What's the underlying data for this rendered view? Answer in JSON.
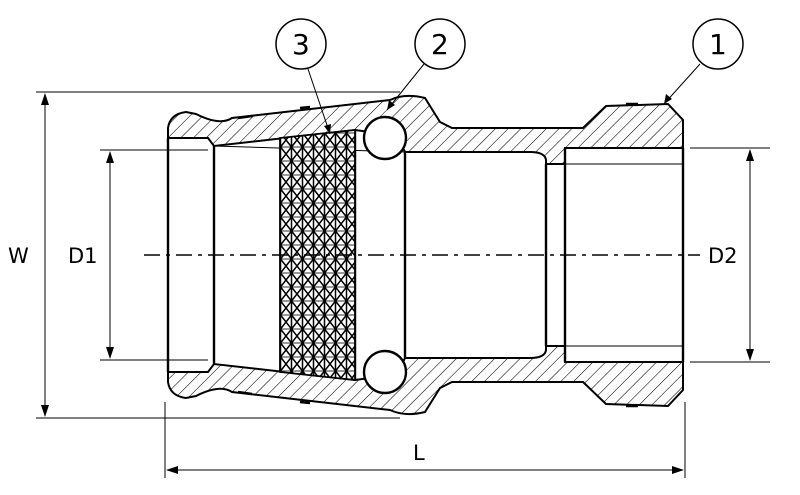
{
  "labels": {
    "W": "W",
    "D1": "D1",
    "D2": "D2",
    "L": "L"
  },
  "balloons": [
    "1",
    "2",
    "3"
  ]
}
